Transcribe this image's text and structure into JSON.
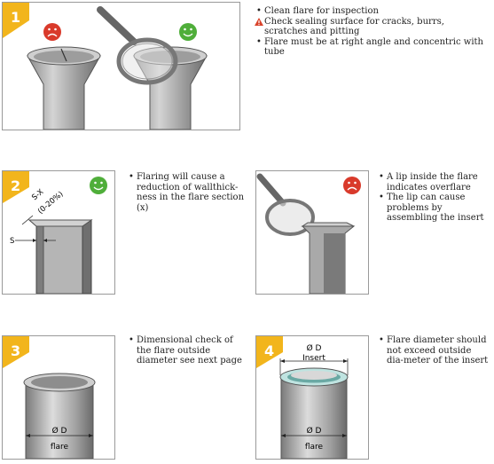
{
  "steps": [
    {
      "number": "1",
      "bullets": [
        {
          "type": "bullet",
          "text": "Clean flare for inspection"
        },
        {
          "type": "warning",
          "text": "Check sealing surface for cracks, burrs, scratches and pitting"
        },
        {
          "type": "bullet",
          "text": "Flare must be at right angle and concentric with tube"
        }
      ],
      "status_icons": [
        "sad-face",
        "happy-face"
      ]
    },
    {
      "number": "2",
      "bullets": [
        {
          "type": "bullet",
          "text": "Flaring will cause a reduction of wallthick-ness in the flare section (x)"
        }
      ],
      "labels": {
        "sx": "S-X",
        "range": "(0-20%)",
        "s": "S"
      },
      "status_icons": [
        "happy-face"
      ]
    },
    {
      "number": "",
      "bullets": [
        {
          "type": "bullet",
          "text": "A lip inside the flare indicates overflare"
        },
        {
          "type": "bullet",
          "text": "The lip can cause problems by assembling the insert"
        }
      ],
      "status_icons": [
        "sad-face"
      ]
    },
    {
      "number": "3",
      "bullets": [
        {
          "type": "bullet",
          "text": "Dimensional check of the flare outside diameter see next page"
        }
      ],
      "labels": {
        "od": "Ø D",
        "flare": "flare"
      }
    },
    {
      "number": "4",
      "bullets": [
        {
          "type": "bullet",
          "text": "Flare diameter should not exceed outside dia-meter of the insert"
        }
      ],
      "labels": {
        "od_top": "Ø D",
        "insert": "Insert",
        "od_bottom": "Ø D",
        "flare": "flare"
      }
    }
  ],
  "colors": {
    "badge": "#f2b51c",
    "sad": "#d93a2b",
    "happy": "#4fae3a",
    "warning": "#d9432b"
  }
}
